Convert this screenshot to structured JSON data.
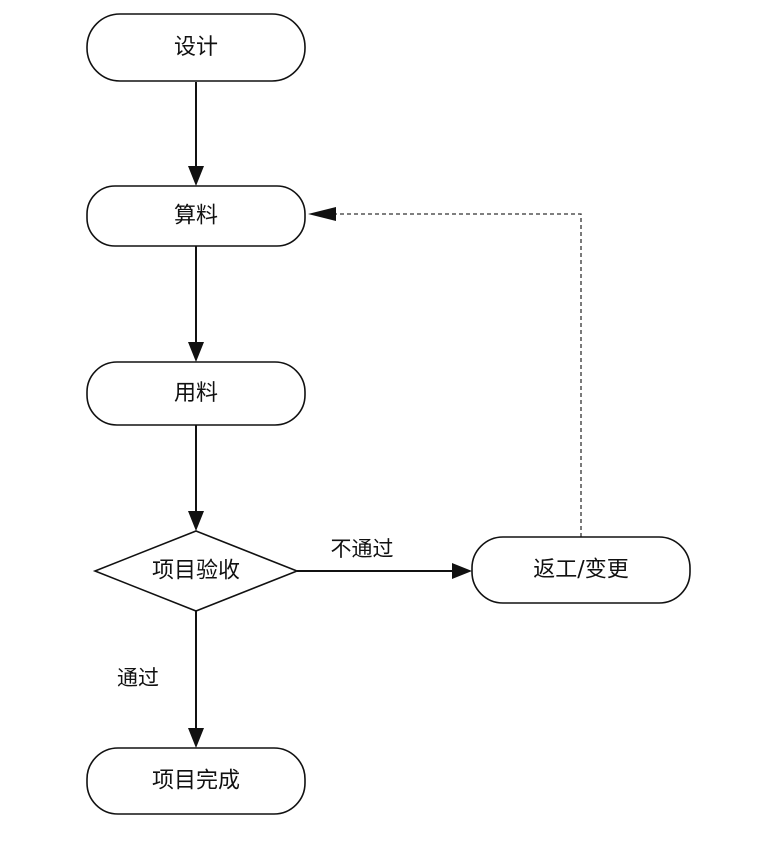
{
  "nodes": {
    "design": "设计",
    "calculate": "算料",
    "use": "用料",
    "inspection": "项目验收",
    "rework": "返工/变更",
    "complete": "项目完成"
  },
  "edges": {
    "not_pass": "不通过",
    "pass": "通过"
  }
}
